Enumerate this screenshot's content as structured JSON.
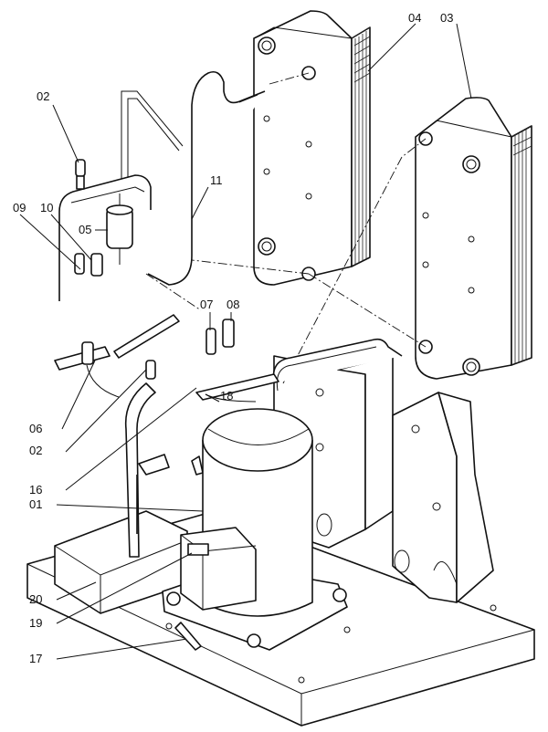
{
  "callouts": {
    "c01": "01",
    "c02a": "02",
    "c02b": "02",
    "c03": "03",
    "c04": "04",
    "c05": "05",
    "c06": "06",
    "c07": "07",
    "c08": "08",
    "c09": "09",
    "c10": "10",
    "c11": "11",
    "c16": "16",
    "c17": "17",
    "c18": "18",
    "c19": "19",
    "c20": "20"
  }
}
